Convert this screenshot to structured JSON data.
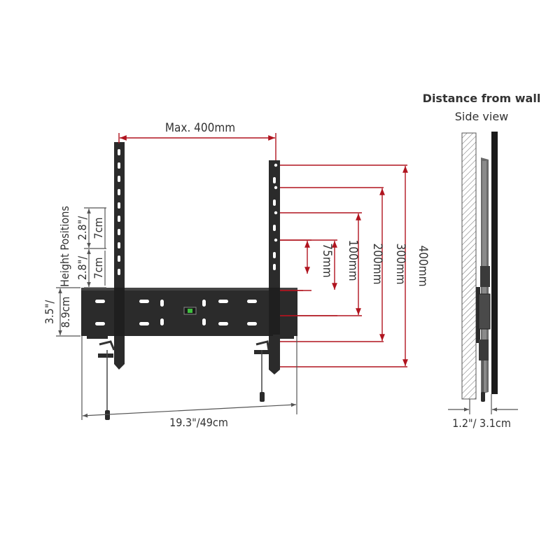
{
  "front": {
    "max_width_label": "Max. 400mm",
    "vesa_labels": [
      "75mm",
      "100mm",
      "200mm",
      "300mm",
      "400mm"
    ],
    "height_positions_label": "Height Positions",
    "step_inch_label_1": "2.8\"/",
    "step_cm_label_1": "7cm",
    "step_inch_label_2": "2.8\"/",
    "step_cm_label_2": "7cm",
    "plate_height_inch": "3.5\"/",
    "plate_height_cm": "8.9cm",
    "width_label": "19.3\"/49cm"
  },
  "side": {
    "title": "Distance from wall",
    "subtitle": "Side view",
    "depth_label": "1.2\"/ 3.1cm"
  },
  "colors": {
    "bracket": "#2b2b2b",
    "accent_red": "#b0141f",
    "level_green": "#3fbf3f"
  }
}
